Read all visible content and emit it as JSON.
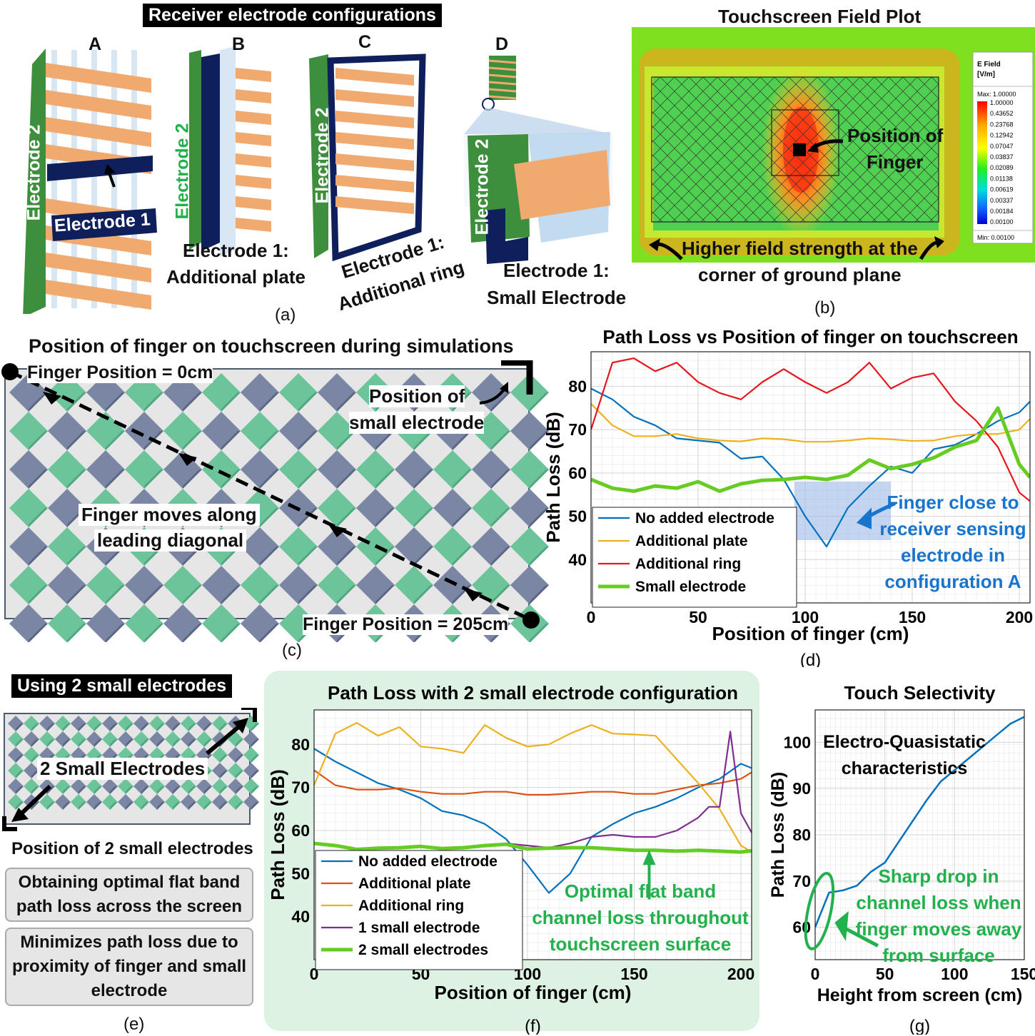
{
  "panel_a": {
    "title": "Receiver electrode configurations",
    "letters": [
      "A",
      "B",
      "C",
      "D"
    ],
    "electrode2": "Electrode 2",
    "electrode1": "Electrode 1",
    "b_caption_1": "Electrode 1:",
    "b_caption_2": "Additional plate",
    "c_caption_1": "Electrode 1:",
    "c_caption_2": "Additional ring",
    "d_caption_1": "Electrode 1:",
    "d_caption_2": "Small Electrode",
    "label": "(a)"
  },
  "panel_b": {
    "title": "Touchscreen Field Plot",
    "legend_title_1": "E Field",
    "legend_title_2": "[V/m]",
    "legend_max": "Max: 1.00000",
    "legend_min": "Min: 0.00100",
    "legend_values": [
      "1.00000",
      "0.43652",
      "0.23768",
      "0.12942",
      "0.07047",
      "0.03837",
      "0.02089",
      "0.01138",
      "0.00619",
      "0.00337",
      "0.00184",
      "0.00100"
    ],
    "finger_1": "Position of",
    "finger_2": "Finger",
    "note_1": "Higher field strength at the",
    "note_2": "corner of ground plane",
    "label": "(b)"
  },
  "panel_c": {
    "title": "Position of finger on touchscreen during simulations",
    "start": "Finger Position = 0cm",
    "end": "Finger Position = 205cm",
    "small_1": "Position of",
    "small_2": "small electrode",
    "move_1": "Finger moves along",
    "move_2": "leading diagonal",
    "label": "(c)"
  },
  "panel_e": {
    "title": "Using 2 small electrodes",
    "electrodes": "2 Small Electrodes",
    "caption": "Position of 2 small electrodes",
    "box1": "Obtaining optimal flat band path loss across the screen",
    "box2": "Minimizes path loss due to proximity of finger and small electrode",
    "label": "(e)"
  },
  "colors": {
    "blue": "#0072BD",
    "orange": "#EDB120",
    "red": "#E8161C",
    "green": "#66CC22",
    "brown": "#D95319",
    "purple": "#7E2F8E",
    "annot_blue": "#1874CD",
    "annot_green": "#22B14C"
  },
  "chart_data": [
    {
      "type": "line",
      "title": "Path Loss vs Position of finger on touchscreen",
      "xlabel": "Position of finger (cm)",
      "ylabel": "Path Loss (dB)",
      "xlim": [
        0,
        205
      ],
      "ylim": [
        30,
        88
      ],
      "xticks": [
        0,
        50,
        100,
        150,
        200
      ],
      "yticks": [
        40,
        50,
        60,
        70,
        80
      ],
      "legend_position": "bottom-left",
      "annotation": [
        "Finger close to",
        "receiver sensing",
        "electrode in",
        "configuration A"
      ],
      "label": "(d)",
      "series": [
        {
          "name": "No added electrode",
          "color": "blue",
          "width": 2.2,
          "x": [
            0,
            10,
            20,
            30,
            40,
            50,
            60,
            70,
            80,
            90,
            100,
            110,
            120,
            130,
            140,
            150,
            160,
            170,
            180,
            190,
            200,
            205
          ],
          "y": [
            79.5,
            77,
            73,
            71,
            68,
            67.5,
            67,
            63.3,
            63.8,
            58.5,
            50,
            43,
            52,
            57,
            61.5,
            60,
            65.5,
            66.5,
            69,
            72,
            74,
            76.5
          ]
        },
        {
          "name": "Additional plate",
          "color": "orange",
          "width": 2.2,
          "x": [
            0,
            10,
            20,
            30,
            40,
            50,
            60,
            70,
            80,
            90,
            100,
            110,
            120,
            130,
            140,
            150,
            160,
            170,
            180,
            190,
            200,
            205
          ],
          "y": [
            76,
            71,
            68.5,
            68.5,
            69,
            68,
            67.5,
            67.3,
            68,
            67.8,
            67.2,
            67.2,
            67.5,
            68,
            67.8,
            67.4,
            67.5,
            68.5,
            69,
            69,
            70,
            72.5
          ]
        },
        {
          "name": "Additional ring",
          "color": "red",
          "width": 2.2,
          "x": [
            0,
            10,
            20,
            30,
            40,
            50,
            60,
            70,
            80,
            90,
            100,
            110,
            120,
            130,
            140,
            150,
            160,
            170,
            180,
            190,
            200,
            205
          ],
          "y": [
            70,
            85.5,
            86.5,
            83.5,
            85.5,
            81,
            78.5,
            77,
            81,
            84,
            81,
            78.5,
            81,
            85.5,
            79.5,
            82,
            83,
            76.5,
            72,
            66,
            55.5,
            53.5
          ]
        },
        {
          "name": "Small electrode",
          "color": "green",
          "width": 5,
          "x": [
            0,
            10,
            20,
            30,
            40,
            50,
            60,
            70,
            80,
            90,
            100,
            110,
            120,
            130,
            140,
            150,
            160,
            170,
            180,
            190,
            200,
            205
          ],
          "y": [
            58.5,
            56.5,
            55.8,
            57,
            56.5,
            58,
            55.8,
            57.5,
            58.3,
            58.5,
            59,
            58.5,
            59.5,
            63,
            61,
            62,
            63.5,
            66,
            67.5,
            75,
            62,
            59
          ]
        }
      ]
    },
    {
      "type": "line",
      "title": "Path Loss with 2 small electrode configuration",
      "xlabel": "Position of finger (cm)",
      "ylabel": "Path Loss (dB)",
      "xlim": [
        0,
        205
      ],
      "ylim": [
        30,
        88
      ],
      "xticks": [
        0,
        50,
        100,
        150,
        200
      ],
      "yticks": [
        40,
        50,
        60,
        70,
        80
      ],
      "legend_position": "bottom-left",
      "annotation": [
        "Optimal flat band",
        "channel loss throughout",
        "touchscreen surface"
      ],
      "label": "(f)",
      "series": [
        {
          "name": "No added electrode",
          "color": "blue",
          "width": 2.2,
          "x": [
            0,
            10,
            20,
            30,
            40,
            50,
            60,
            70,
            80,
            90,
            100,
            110,
            120,
            130,
            140,
            150,
            160,
            170,
            180,
            190,
            200,
            205
          ],
          "y": [
            79,
            76,
            73.5,
            71,
            69.5,
            67.5,
            64.5,
            63.5,
            61.5,
            58,
            52,
            45.5,
            50,
            58.5,
            61.5,
            64,
            65.5,
            67.5,
            70,
            72,
            75.5,
            74.5
          ]
        },
        {
          "name": "Additional plate",
          "color": "brown",
          "width": 2.2,
          "x": [
            0,
            10,
            20,
            30,
            40,
            50,
            60,
            70,
            80,
            90,
            100,
            110,
            120,
            130,
            140,
            150,
            160,
            170,
            180,
            190,
            200,
            205
          ],
          "y": [
            74,
            70.5,
            69.5,
            69.5,
            69.8,
            69,
            68.5,
            68.5,
            69,
            69,
            68.3,
            68.3,
            68.6,
            69,
            69,
            68.5,
            68.5,
            69.5,
            70.5,
            71,
            72,
            73.5
          ]
        },
        {
          "name": "Additional ring",
          "color": "orange",
          "width": 2.2,
          "x": [
            0,
            10,
            20,
            30,
            40,
            50,
            60,
            70,
            80,
            90,
            100,
            110,
            120,
            130,
            140,
            150,
            160,
            170,
            180,
            190,
            200,
            205
          ],
          "y": [
            70.5,
            82.5,
            85,
            82,
            84,
            79.5,
            79,
            78,
            84.5,
            81.5,
            79.5,
            80,
            82.5,
            84.5,
            82.5,
            82.3,
            82,
            76.5,
            71,
            65,
            56.5,
            55
          ]
        },
        {
          "name": "1 small electrode",
          "color": "purple",
          "width": 2.2,
          "x": [
            90,
            100,
            110,
            120,
            130,
            140,
            150,
            160,
            170,
            175,
            180,
            185,
            190,
            195,
            200,
            205
          ],
          "y": [
            57,
            56.5,
            56,
            57,
            58.5,
            59,
            58.5,
            58.5,
            60,
            61.5,
            63,
            65.5,
            65.5,
            83,
            64,
            59.5
          ]
        },
        {
          "name": "2 small electrodes",
          "color": "green",
          "width": 5,
          "x": [
            0,
            10,
            20,
            30,
            40,
            50,
            60,
            70,
            80,
            90,
            100,
            110,
            120,
            130,
            140,
            150,
            160,
            170,
            180,
            190,
            200,
            205
          ],
          "y": [
            57,
            56.5,
            55.6,
            55.9,
            56,
            56.3,
            55.8,
            56,
            56.5,
            56.8,
            55.7,
            55.9,
            56,
            56,
            55.7,
            55.4,
            55.4,
            55.2,
            55.4,
            55.2,
            55,
            55.3
          ]
        }
      ]
    },
    {
      "type": "line",
      "title": "Touch Selectivity",
      "xlabel": "Height from screen (cm)",
      "ylabel": "Path Loss (dB)",
      "xlim": [
        0,
        150
      ],
      "ylim": [
        53,
        107
      ],
      "xticks": [
        0,
        50,
        100,
        150
      ],
      "yticks": [
        60,
        70,
        80,
        90,
        100
      ],
      "annotation_top": [
        "Electro-Quasistatic",
        "characteristics"
      ],
      "annotation": [
        "Sharp drop in",
        "channel loss when",
        "finger moves away",
        "from surface"
      ],
      "label": "(g)",
      "series": [
        {
          "name": "",
          "color": "blue",
          "width": 2.5,
          "x": [
            0,
            10,
            20,
            30,
            40,
            50,
            60,
            70,
            80,
            90,
            100,
            110,
            120,
            130,
            140,
            150
          ],
          "y": [
            60,
            67.5,
            68,
            69,
            72,
            74,
            78.5,
            83,
            87.5,
            91.5,
            94,
            96.5,
            99,
            101.5,
            104,
            105.5
          ]
        }
      ]
    }
  ]
}
